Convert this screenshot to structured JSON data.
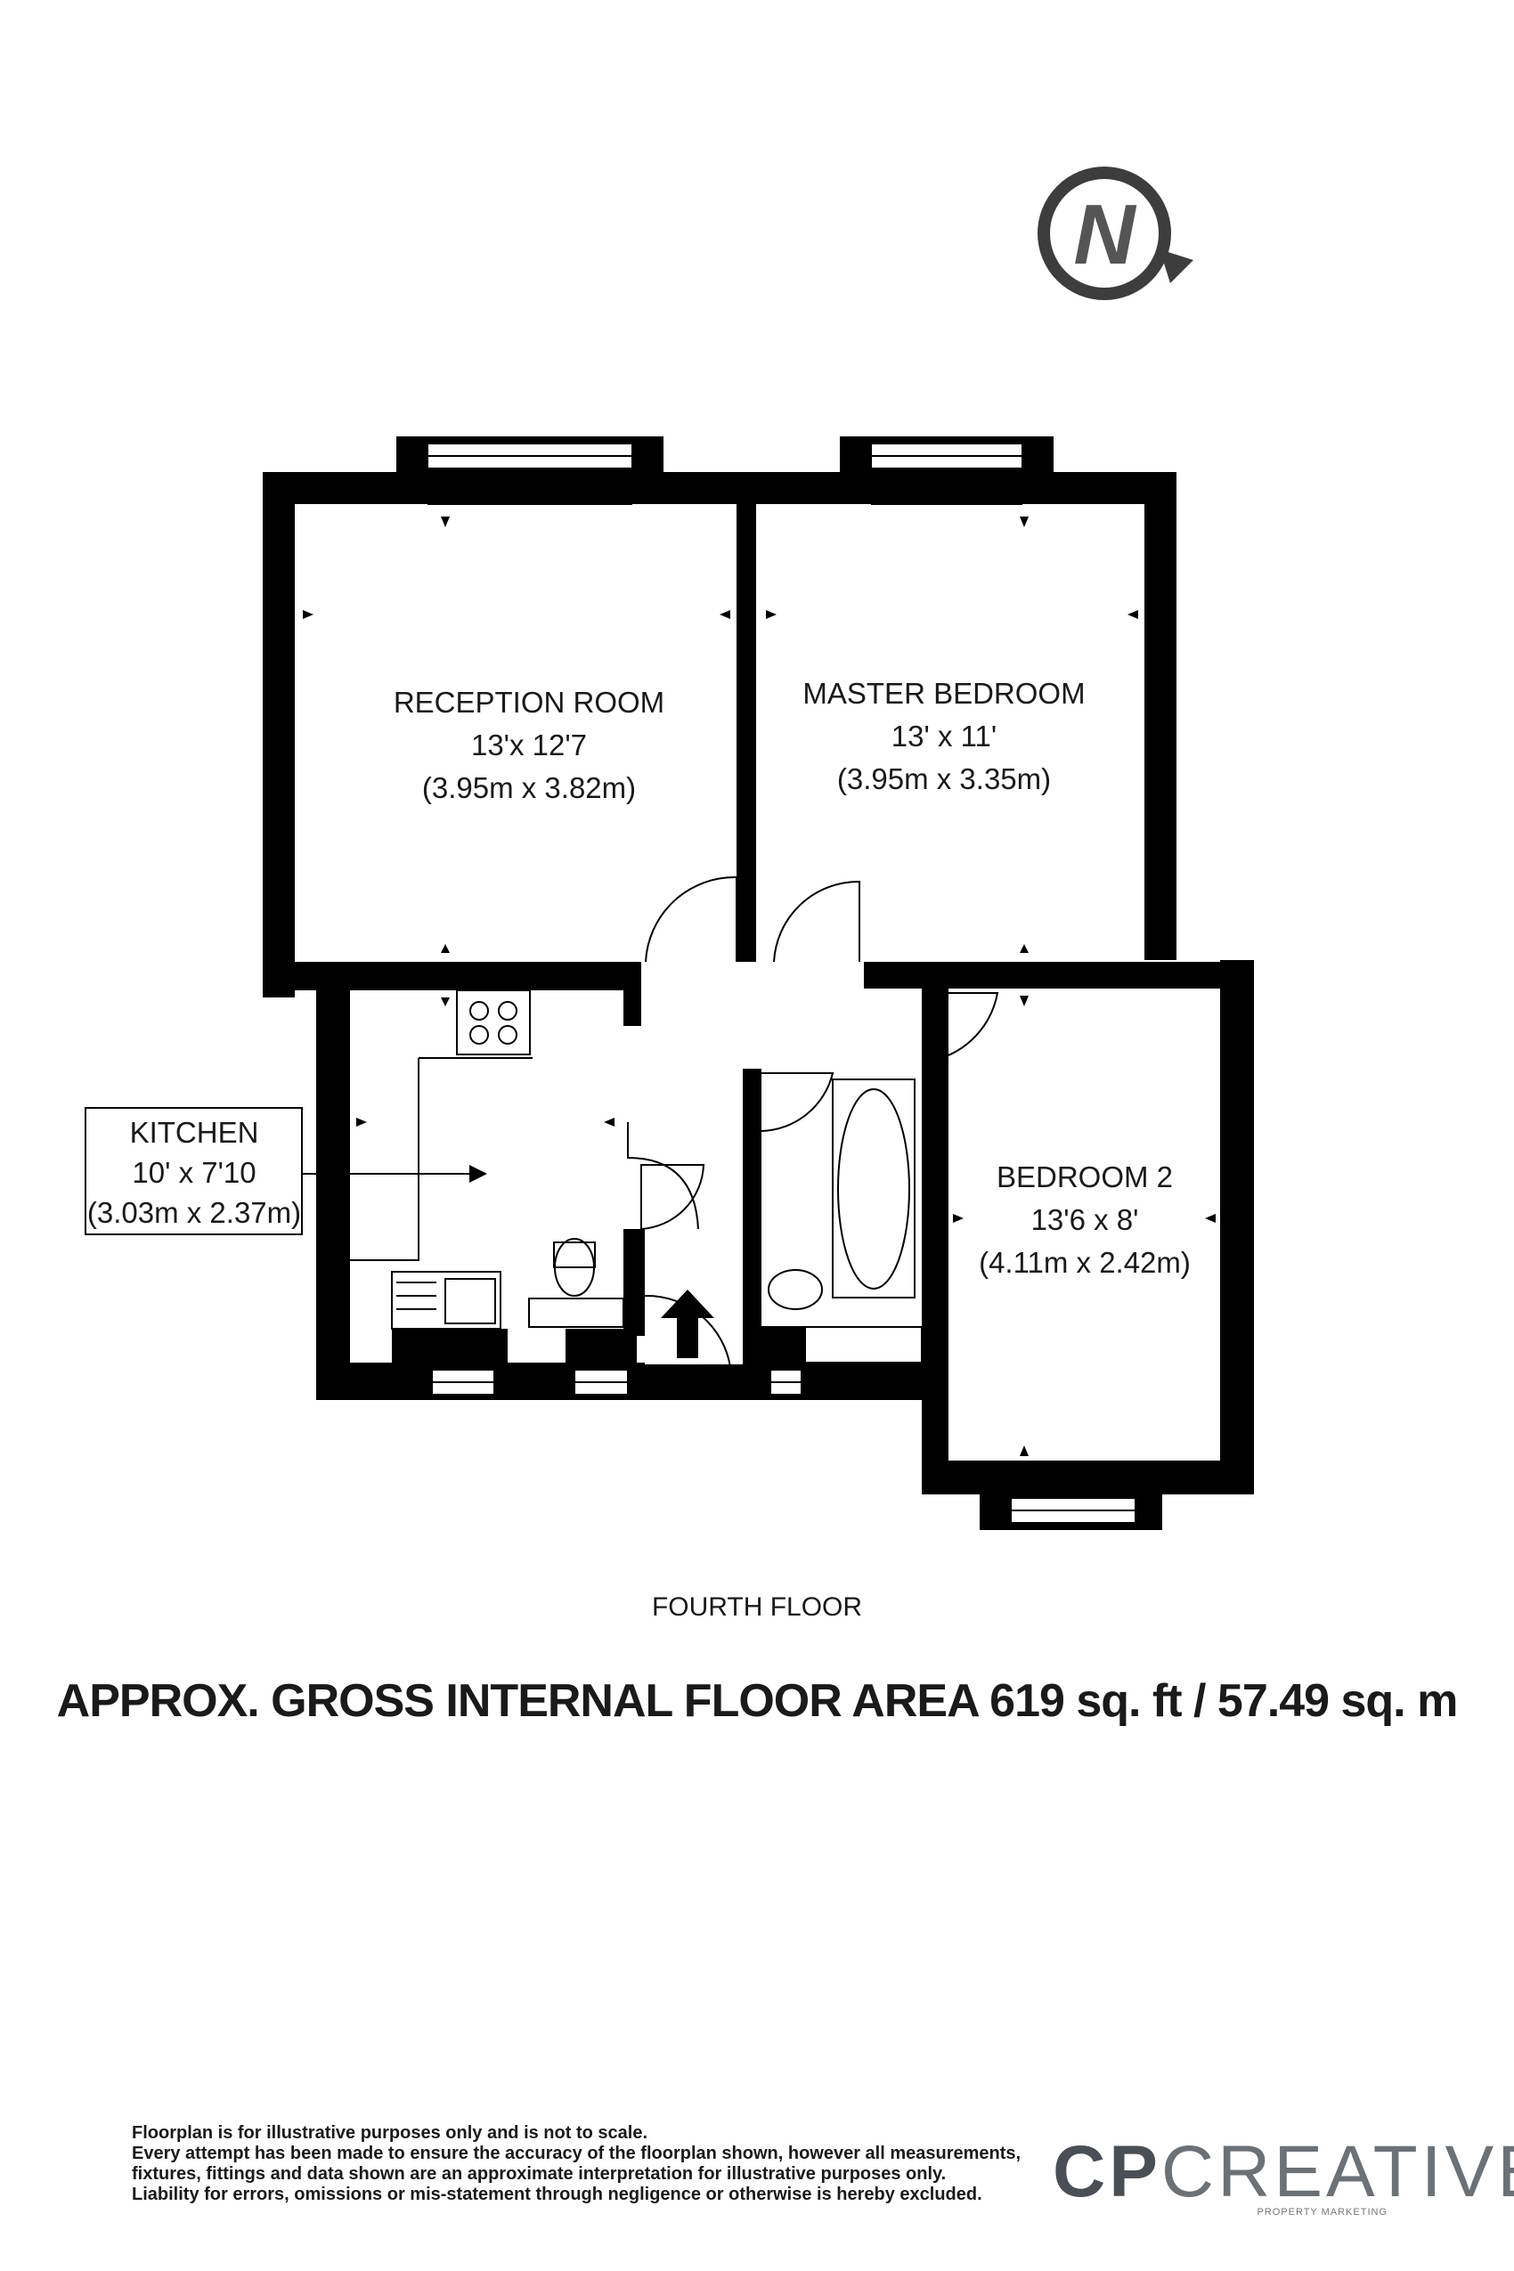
{
  "rooms": {
    "reception": {
      "name": "RECEPTION ROOM",
      "imperial": "13'x 12'7",
      "metric": "(3.95m x 3.82m)"
    },
    "master": {
      "name": "MASTER BEDROOM",
      "imperial": "13' x 11'",
      "metric": "(3.95m x 3.35m)"
    },
    "bedroom2": {
      "name": "BEDROOM 2",
      "imperial": "13'6 x 8'",
      "metric": "(4.11m x 2.42m)"
    },
    "kitchen": {
      "name": "KITCHEN",
      "imperial": "10' x 7'10",
      "metric": "(3.03m x 2.37m)"
    }
  },
  "compass": {
    "letter": "N"
  },
  "floor_label": "FOURTH FLOOR",
  "area_label": "APPROX. GROSS INTERNAL FLOOR AREA 619 sq. ft / 57.49 sq. m",
  "disclaimer": [
    "Floorplan is for illustrative purposes only and is not to scale.",
    "Every attempt has been made to ensure the accuracy of the floorplan shown, however all measurements,",
    "fixtures, fittings and data shown are an approximate interpretation for illustrative purposes only.",
    "Liability for errors, omissions or mis-statement through negligence or otherwise is hereby excluded."
  ],
  "logo": {
    "bold": "CP",
    "light": "CREATIVE",
    "tagline": "PROPERTY MARKETING"
  },
  "colors": {
    "wall": "#000000",
    "logo": "#555a60",
    "text": "#1a1a1a"
  }
}
